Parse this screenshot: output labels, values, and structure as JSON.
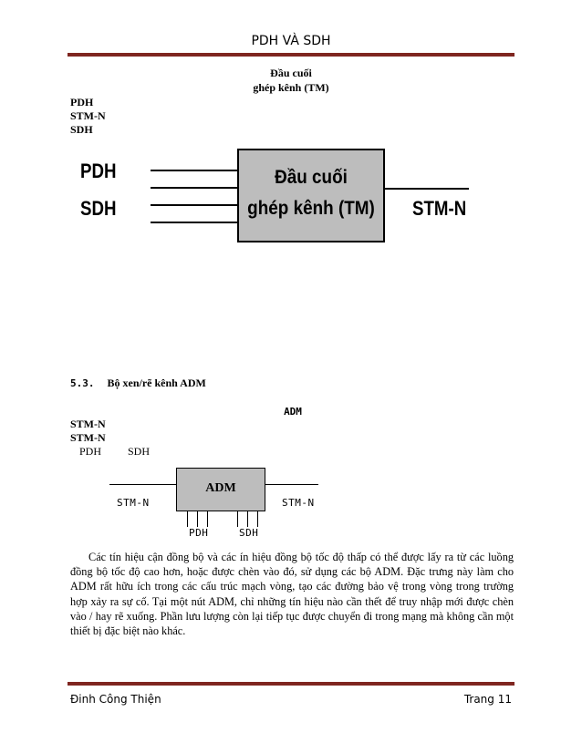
{
  "header": {
    "title": "PDH VÀ SDH"
  },
  "tm_caption": {
    "line1": "Đầu cuối",
    "line2": "ghép kênh (TM)"
  },
  "left_labels_1": [
    "PDH",
    "STM-N",
    "SDH"
  ],
  "tm_diagram": {
    "input_top": "PDH",
    "input_bottom": "SDH",
    "box_line1": "Đầu cuối",
    "box_line2": "ghép kênh (TM)",
    "output": "STM-N"
  },
  "section": {
    "number": "5.3.",
    "title": "Bộ xen/rẽ kênh ADM"
  },
  "adm_heading": "ADM",
  "left_labels_2": [
    "STM-N",
    "STM-N"
  ],
  "pdh_sdh_line": {
    "pdh": "PDH",
    "sdh": "SDH"
  },
  "adm_diagram": {
    "box": "ADM",
    "left": "STM-N",
    "right": "STM-N",
    "bottom_left": "PDH",
    "bottom_right": "SDH"
  },
  "paragraph": "Các tín hiệu cận đồng bộ và các ín hiệu đồng bộ tốc độ thấp có thể được lấy ra từ các luồng đồng bộ tốc độ cao hơn, hoặc được chèn vào đó, sử dụng các bộ ADM. Đặc trưng này làm cho ADM rất hữu ích trong các cấu trúc mạch vòng, tạo các đường bảo vệ trong vòng trong trường hợp xảy ra sự cố. Tại một nút ADM, chỉ những tín hiệu nào cần thết để truy nhập mới được chèn vào / hay rẽ xuống. Phần lưu lượng còn lại tiếp tục được chuyển đi trong mạng mà không cần một thiết bị đặc biệt nào khác.",
  "footer": {
    "author": "Đinh Công Thiện",
    "page": "Trang 11"
  }
}
